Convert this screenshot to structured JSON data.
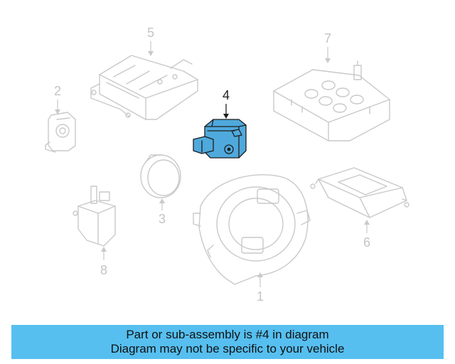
{
  "callouts": {
    "c1": "1",
    "c2": "2",
    "c3": "3",
    "c4": "4",
    "c5": "5",
    "c6": "6",
    "c7": "7",
    "c8": "8"
  },
  "highlighted_part": "4",
  "colors": {
    "highlight": "#4fa9dc",
    "banner": "#56bff0",
    "part_outline": "#c9c9c9"
  },
  "banner": {
    "line1": "Part or sub-assembly is #4 in diagram",
    "line2": "Diagram may not be specific to your vehicle"
  }
}
